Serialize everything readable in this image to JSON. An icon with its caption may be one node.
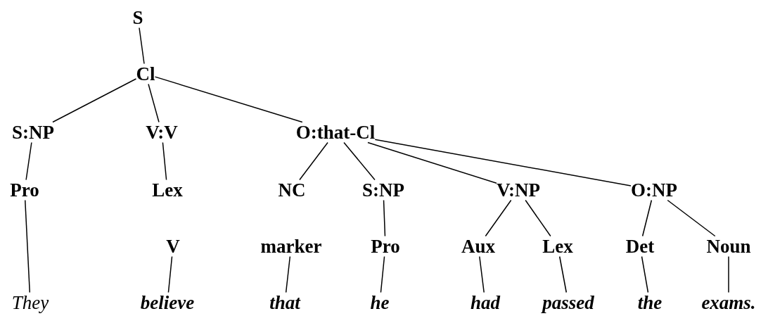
{
  "diagram": {
    "nodes": [
      {
        "text": [
          "S"
        ]
      },
      {
        "text": [
          "Cl"
        ]
      },
      {
        "text": [
          "S:NP"
        ]
      },
      {
        "text": [
          "V:V"
        ]
      },
      {
        "text": [
          "O:that-Cl"
        ]
      },
      {
        "text": [
          "Pro"
        ]
      },
      {
        "text": [
          "Lex"
        ]
      },
      {
        "text": [
          "NC"
        ]
      },
      {
        "text": [
          "S:NP"
        ]
      },
      {
        "text": [
          "V:NP"
        ]
      },
      {
        "text": [
          "O:NP"
        ]
      },
      {
        "text": [
          "V"
        ]
      },
      {
        "text": [
          "marker"
        ]
      },
      {
        "text": [
          "Pro"
        ]
      },
      {
        "text": [
          "Aux"
        ]
      },
      {
        "text": [
          "Lex"
        ]
      },
      {
        "text": [
          "Det"
        ]
      },
      {
        "text": [
          "Noun"
        ]
      },
      {
        "text": [
          "They"
        ]
      },
      {
        "text": [
          "believe"
        ]
      },
      {
        "text": [
          "that"
        ]
      },
      {
        "text": [
          "he"
        ]
      },
      {
        "text": [
          "had"
        ]
      },
      {
        "text": [
          "passed"
        ]
      },
      {
        "text": [
          "the"
        ]
      },
      {
        "text": [
          "exams."
        ]
      }
    ],
    "edges": [
      {
        "from": 0,
        "to": 1,
        "arrow": "none"
      },
      {
        "from": 1,
        "to": 2,
        "arrow": "none"
      },
      {
        "from": 1,
        "to": 3,
        "arrow": "none"
      },
      {
        "from": 1,
        "to": 4,
        "arrow": "none"
      },
      {
        "from": 2,
        "to": 5,
        "arrow": "none"
      },
      {
        "from": 3,
        "to": 6,
        "arrow": "none"
      },
      {
        "from": 4,
        "to": 7,
        "arrow": "none"
      },
      {
        "from": 4,
        "to": 8,
        "arrow": "none"
      },
      {
        "from": 4,
        "to": 9,
        "arrow": "none"
      },
      {
        "from": 4,
        "to": 10,
        "arrow": "none"
      },
      {
        "from": 5,
        "to": 18,
        "arrow": "none"
      },
      {
        "from": 11,
        "to": 19,
        "arrow": "none"
      },
      {
        "from": 12,
        "to": 20,
        "arrow": "none"
      },
      {
        "from": 8,
        "to": 13,
        "arrow": "none"
      },
      {
        "from": 13,
        "to": 21,
        "arrow": "none"
      },
      {
        "from": 9,
        "to": 14,
        "arrow": "none"
      },
      {
        "from": 9,
        "to": 15,
        "arrow": "none"
      },
      {
        "from": 14,
        "to": 22,
        "arrow": "none"
      },
      {
        "from": 15,
        "to": 23,
        "arrow": "none"
      },
      {
        "from": 10,
        "to": 16,
        "arrow": "none"
      },
      {
        "from": 10,
        "to": 17,
        "arrow": "none"
      },
      {
        "from": 16,
        "to": 24,
        "arrow": "none"
      },
      {
        "from": 17,
        "to": 25,
        "arrow": "none"
      }
    ]
  }
}
